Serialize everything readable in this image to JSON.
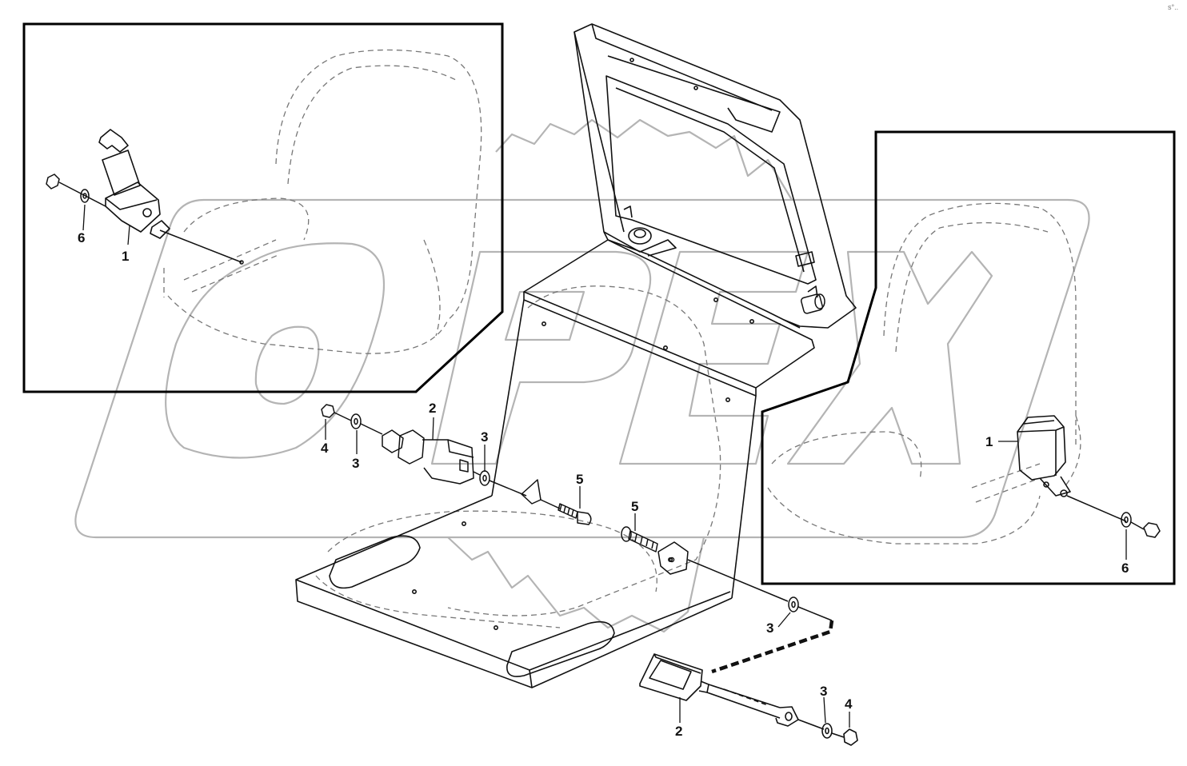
{
  "diagram": {
    "watermark": "OPEX",
    "corner_mark": "s°..",
    "callouts": {
      "left_inset_1": "1",
      "left_inset_6": "6",
      "buckle_2_top": "2",
      "washer_3_a": "3",
      "washer_3_b": "3",
      "nut_4_a": "4",
      "bolt_5_a": "5",
      "bolt_5_b": "5",
      "right_inset_1": "1",
      "right_inset_6": "6",
      "washer_3_c": "3",
      "buckle_2_bottom": "2",
      "washer_3_d": "3",
      "nut_4_b": "4"
    }
  },
  "colors": {
    "line": "#111111",
    "dashed": "#777777",
    "watermark": "#b4b4b4",
    "inset_border": "#000000",
    "background": "#ffffff"
  }
}
